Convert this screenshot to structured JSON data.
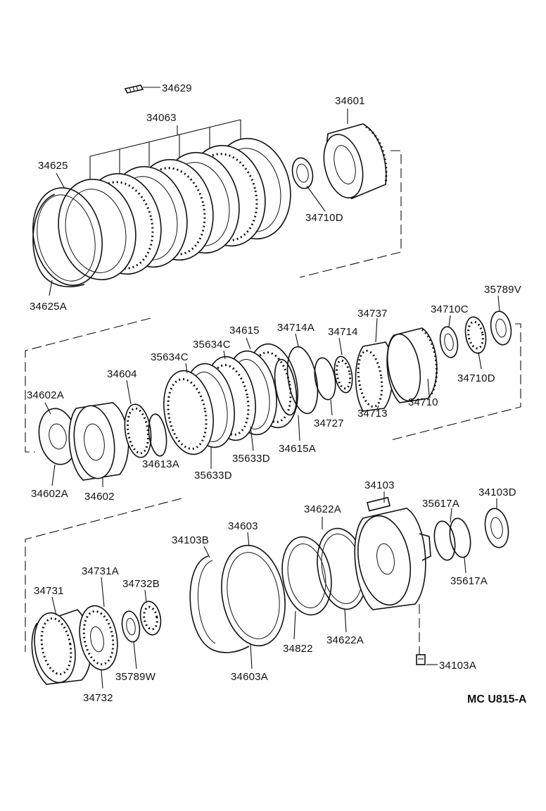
{
  "diagram_code": "MC  U815-A",
  "labels": [
    {
      "id": "34629",
      "text": "34629"
    },
    {
      "id": "34063",
      "text": "34063"
    },
    {
      "id": "34601",
      "text": "34601"
    },
    {
      "id": "34625",
      "text": "34625"
    },
    {
      "id": "34710D_top",
      "text": "34710D"
    },
    {
      "id": "34625A",
      "text": "34625A"
    },
    {
      "id": "35789V",
      "text": "35789V"
    },
    {
      "id": "34737",
      "text": "34737"
    },
    {
      "id": "34710C",
      "text": "34710C"
    },
    {
      "id": "34615",
      "text": "34615"
    },
    {
      "id": "34714A",
      "text": "34714A"
    },
    {
      "id": "34714",
      "text": "34714"
    },
    {
      "id": "35634C_a",
      "text": "35634C"
    },
    {
      "id": "35634C_b",
      "text": "35634C"
    },
    {
      "id": "34710D_mid",
      "text": "34710D"
    },
    {
      "id": "34604",
      "text": "34604"
    },
    {
      "id": "34602A_top",
      "text": "34602A"
    },
    {
      "id": "34727",
      "text": "34727"
    },
    {
      "id": "34713",
      "text": "34713"
    },
    {
      "id": "34710",
      "text": "34710"
    },
    {
      "id": "34615A",
      "text": "34615A"
    },
    {
      "id": "35633D_a",
      "text": "35633D"
    },
    {
      "id": "34613A",
      "text": "34613A"
    },
    {
      "id": "35633D_b",
      "text": "35633D"
    },
    {
      "id": "34602A_bot",
      "text": "34602A"
    },
    {
      "id": "34602",
      "text": "34602"
    },
    {
      "id": "34103",
      "text": "34103"
    },
    {
      "id": "34103D",
      "text": "34103D"
    },
    {
      "id": "34622A_top",
      "text": "34622A"
    },
    {
      "id": "35617A_top",
      "text": "35617A"
    },
    {
      "id": "34603",
      "text": "34603"
    },
    {
      "id": "34103B",
      "text": "34103B"
    },
    {
      "id": "34731A",
      "text": "34731A"
    },
    {
      "id": "34732B",
      "text": "34732B"
    },
    {
      "id": "35617A_bot",
      "text": "35617A"
    },
    {
      "id": "34731",
      "text": "34731"
    },
    {
      "id": "34822",
      "text": "34822"
    },
    {
      "id": "34622A_bot",
      "text": "34622A"
    },
    {
      "id": "34103A",
      "text": "34103A"
    },
    {
      "id": "35789W",
      "text": "35789W"
    },
    {
      "id": "34603A",
      "text": "34603A"
    },
    {
      "id": "34732",
      "text": "34732"
    }
  ]
}
